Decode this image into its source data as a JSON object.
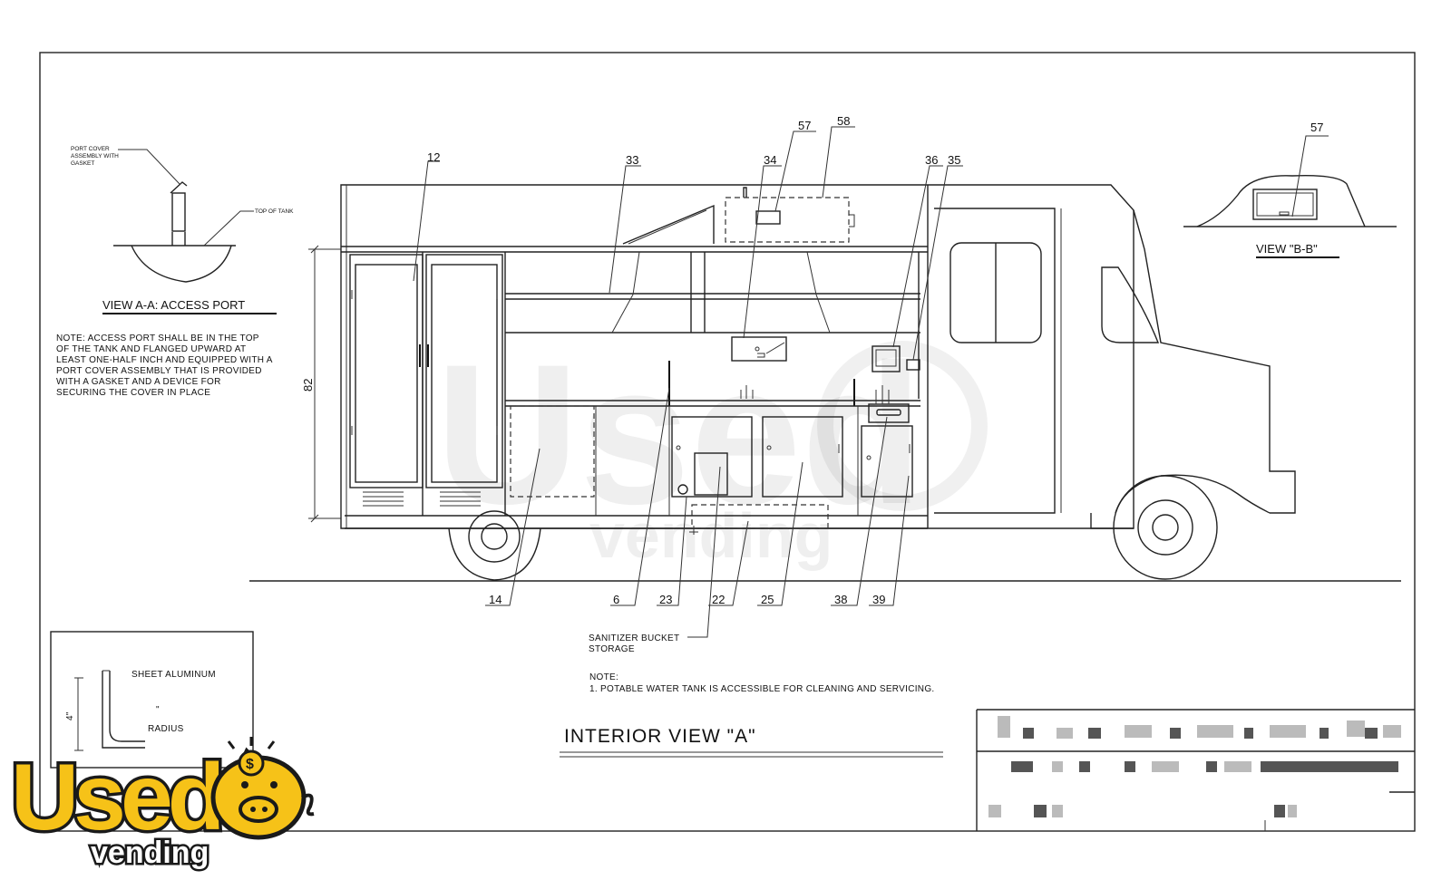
{
  "detail_a": {
    "label_cover": [
      "PORT COVER",
      "ASSEMBLY WITH",
      "GASKET"
    ],
    "label_top": "TOP OF TANK",
    "title": "VIEW A-A: ACCESS PORT",
    "note_lines": [
      "NOTE: ACCESS PORT SHALL BE IN THE TOP",
      "OF THE TANK AND FLANGED UPWARD AT",
      "LEAST ONE-HALF INCH AND EQUIPPED WITH A",
      "PORT COVER ASSEMBLY THAT IS PROVIDED",
      "WITH A GASKET AND A DEVICE FOR",
      "SECURING THE COVER IN PLACE"
    ]
  },
  "detail_b": {
    "callout": "57",
    "title": "VIEW \"B-B\""
  },
  "dimension_height": "82",
  "callouts_top": [
    "12",
    "33",
    "34",
    "57",
    "58",
    "36",
    "35"
  ],
  "callouts_bottom": [
    "14",
    "6",
    "23",
    "22",
    "25",
    "38",
    "39"
  ],
  "sanitizer_label": [
    "SANITIZER BUCKET",
    "STORAGE"
  ],
  "note": {
    "head": "NOTE:",
    "item": "1.   POTABLE WATER TANK IS ACCESSIBLE FOR CLEANING AND SERVICING."
  },
  "view_title": "INTERIOR VIEW \"A\"",
  "aluminum_detail": {
    "material": "SHEET ALUMINUM",
    "dim_height": "4\"",
    "dim_radius": "\"",
    "radius_label": "RADIUS"
  },
  "logo": {
    "word": "Used",
    "sub": "vending",
    "coin": "$"
  },
  "colors": {
    "line": "#222222",
    "logo_yellow": "#f6c218",
    "logo_outline": "#1a1a1a"
  }
}
